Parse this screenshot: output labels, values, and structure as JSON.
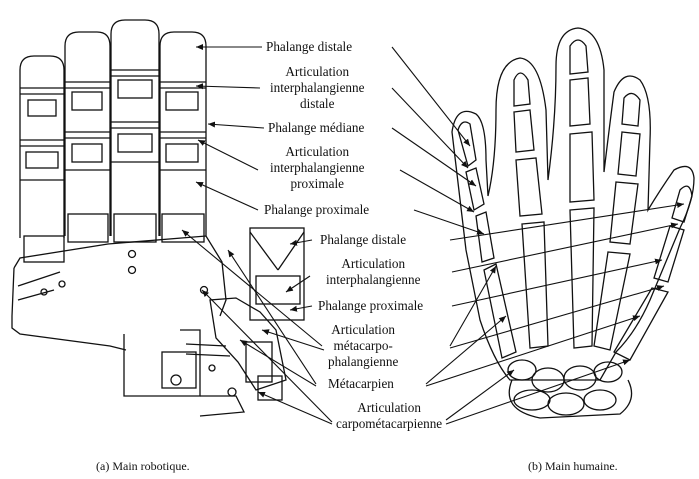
{
  "labels": {
    "phalange_distale_1": "Phalange distale",
    "art_interphalangienne_distale": [
      "Articulation",
      "interphalangienne",
      "distale"
    ],
    "phalange_mediane": "Phalange médiane",
    "art_interphalangienne_proximale": [
      "Articulation",
      "interphalangienne",
      "proximale"
    ],
    "phalange_proximale_1": "Phalange proximale",
    "phalange_distale_2": "Phalange distale",
    "art_interphalangienne": [
      "Articulation",
      "interphalangienne"
    ],
    "phalange_proximale_2": "Phalange proximale",
    "art_metacarpo": [
      "Articulation",
      "métacarpo-",
      "phalangienne"
    ],
    "metacarpien": "Métacarpien",
    "art_carpometacarpienne": [
      "Articulation",
      "carpométacarpienne"
    ]
  },
  "captions": {
    "robot": "(a)  Main robotique.",
    "human": "(b)  Main humaine."
  }
}
